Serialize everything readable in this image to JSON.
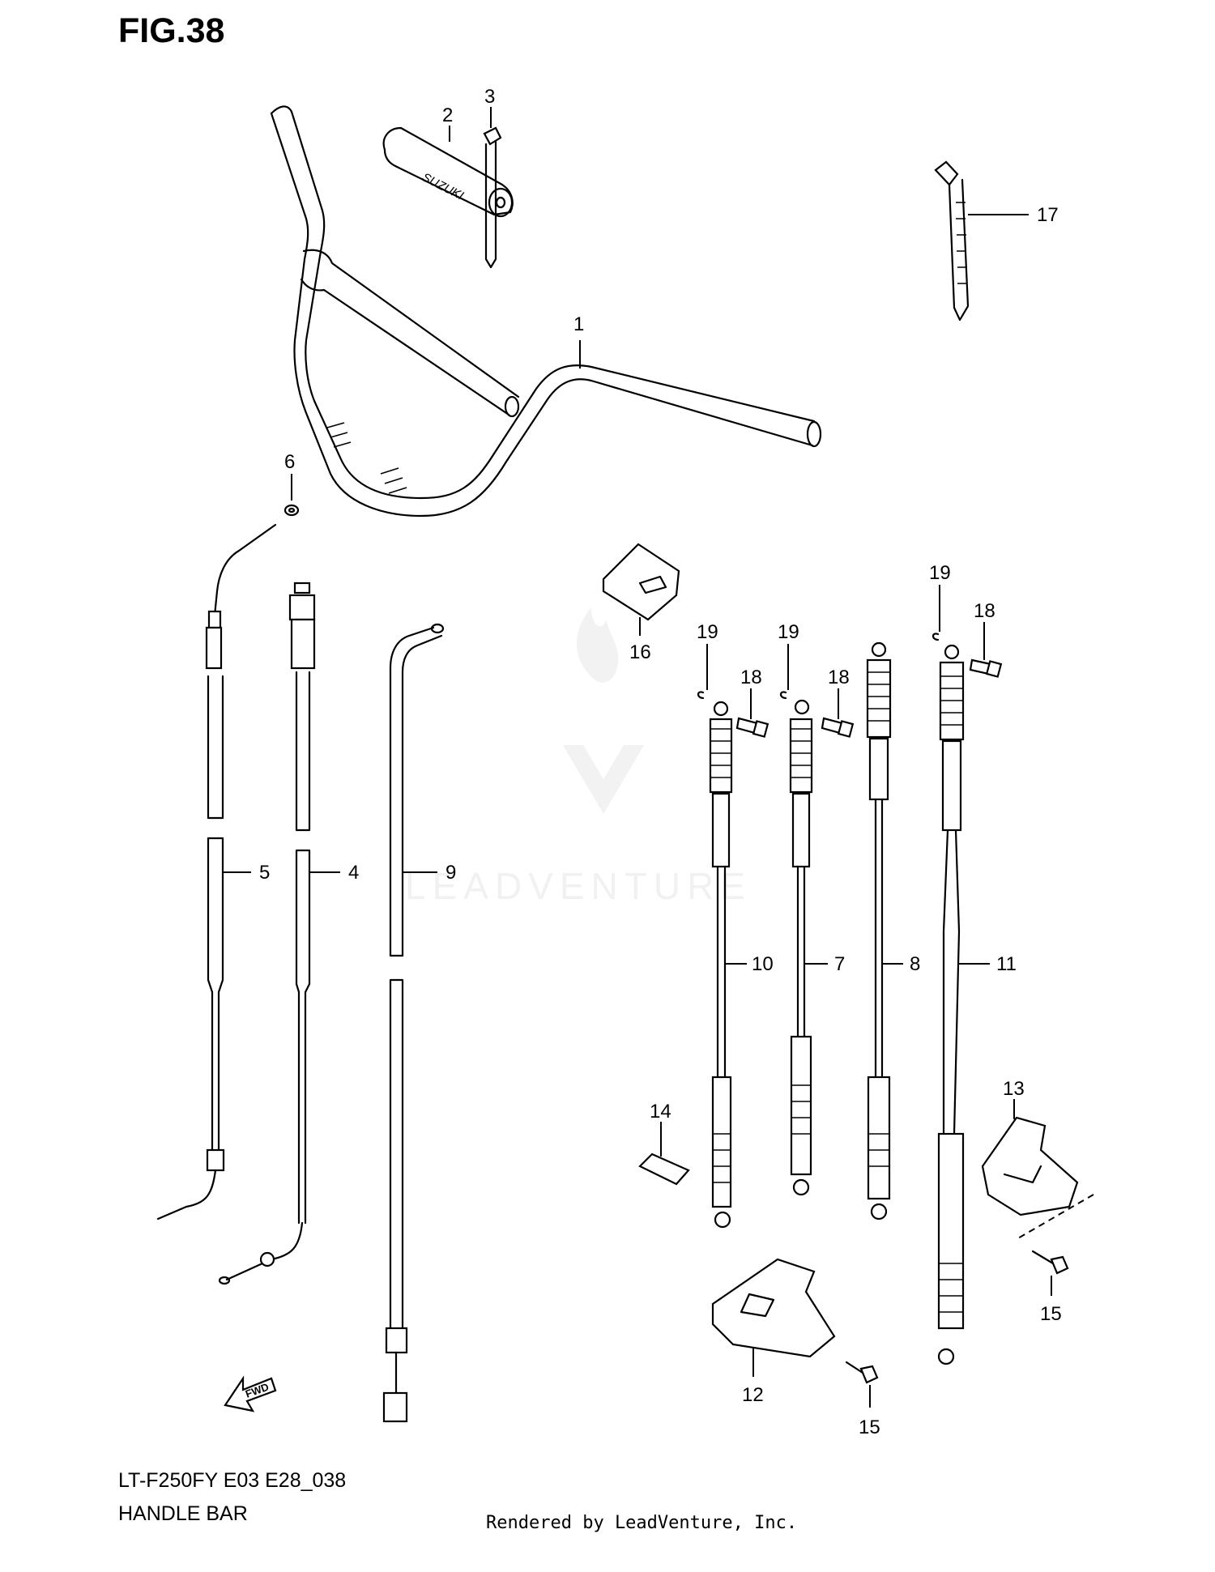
{
  "figure_title": "FIG.38",
  "model_code": "LT-F250FY E03 E28_038",
  "section_name": "HANDLE BAR",
  "rendered_by": "Rendered by LeadVenture, Inc.",
  "watermark": "LEADVENTURE",
  "grip_lettering": "SUZUKI",
  "fwd_label": "FWD",
  "callouts": {
    "c1": "1",
    "c2": "2",
    "c3": "3",
    "c4": "4",
    "c5": "5",
    "c6": "6",
    "c7": "7",
    "c8": "8",
    "c9": "9",
    "c10": "10",
    "c11": "11",
    "c12": "12",
    "c13": "13",
    "c14": "14",
    "c15a": "15",
    "c15b": "15",
    "c16": "16",
    "c17": "17",
    "c18a": "18",
    "c18b": "18",
    "c18c": "18",
    "c19a": "19",
    "c19b": "19",
    "c19c": "19"
  }
}
